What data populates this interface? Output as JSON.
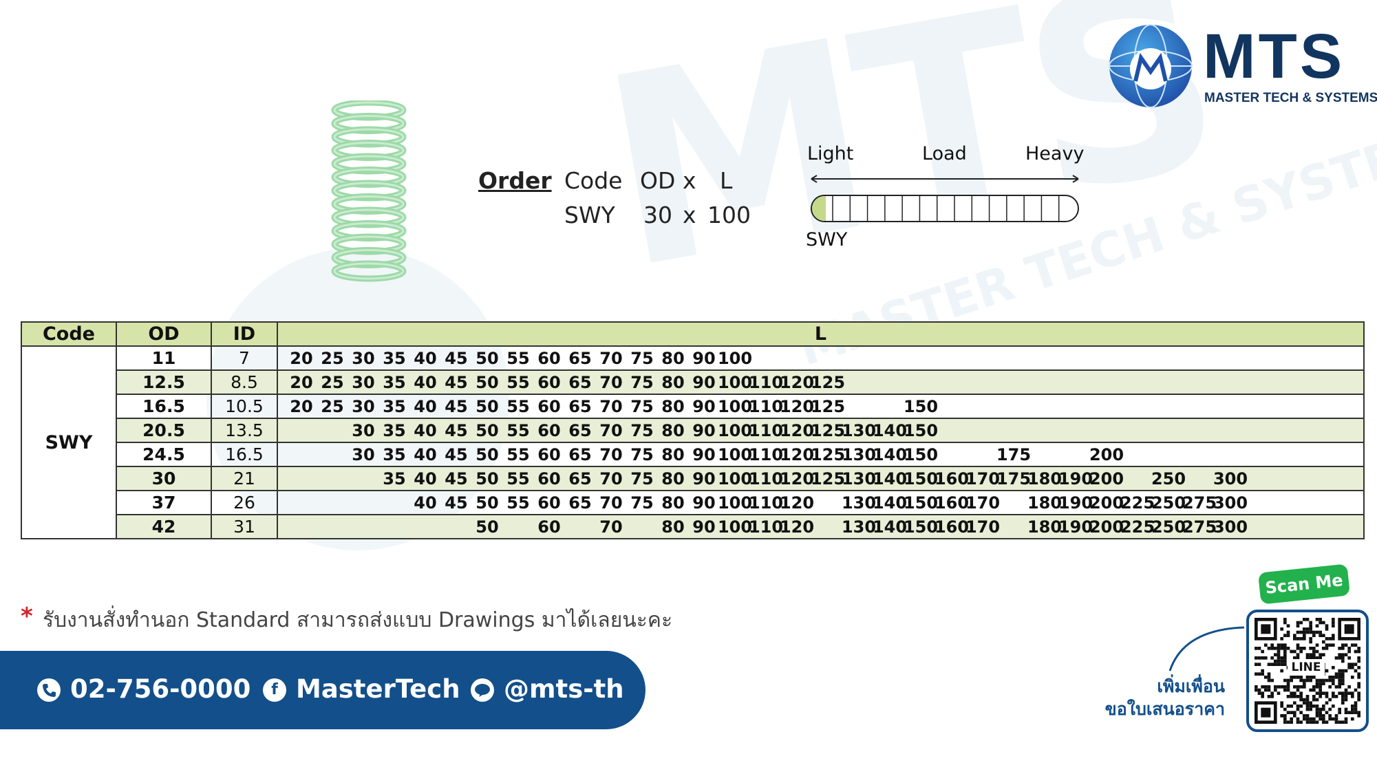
{
  "brand": {
    "name": "MTS",
    "tagline": "MASTER TECH & SYSTEMS",
    "primary_color": "#12355f",
    "accent_color": "#134f8a",
    "watermark": "MTS",
    "watermark_sub": "MASTER TECH & SYSTEMS"
  },
  "order": {
    "label": "Order",
    "header": {
      "code": "Code",
      "od": "OD",
      "x": "x",
      "l": "L"
    },
    "example": {
      "code": "SWY",
      "od": "30",
      "x": "x",
      "l": "100"
    }
  },
  "load_scale": {
    "light": "Light",
    "load": "Load",
    "heavy": "Heavy",
    "segments": 14,
    "selected_segments": 1,
    "selected_label": "SWY",
    "selected_color": "#c5d98a"
  },
  "table": {
    "headers": {
      "code": "Code",
      "od": "OD",
      "id": "ID",
      "l": "L"
    },
    "code": "SWY",
    "header_color": "#d6e4aa",
    "stripe_color": "#e8efd6",
    "rows": [
      {
        "od": "11",
        "id": "7",
        "l": [
          "20",
          "25",
          "30",
          "35",
          "40",
          "45",
          "50",
          "55",
          "60",
          "65",
          "70",
          "75",
          "80",
          "90",
          "100"
        ]
      },
      {
        "od": "12.5",
        "id": "8.5",
        "l": [
          "20",
          "25",
          "30",
          "35",
          "40",
          "45",
          "50",
          "55",
          "60",
          "65",
          "70",
          "75",
          "80",
          "90",
          "100",
          "110",
          "120",
          "125"
        ]
      },
      {
        "od": "16.5",
        "id": "10.5",
        "l": [
          "20",
          "25",
          "30",
          "35",
          "40",
          "45",
          "50",
          "55",
          "60",
          "65",
          "70",
          "75",
          "80",
          "90",
          "100",
          "110",
          "120",
          "125",
          "150"
        ]
      },
      {
        "od": "20.5",
        "id": "13.5",
        "l": [
          "30",
          "35",
          "40",
          "45",
          "50",
          "55",
          "60",
          "65",
          "70",
          "75",
          "80",
          "90",
          "100",
          "110",
          "120",
          "125",
          "130",
          "140",
          "150"
        ]
      },
      {
        "od": "24.5",
        "id": "16.5",
        "l": [
          "30",
          "35",
          "40",
          "45",
          "50",
          "55",
          "60",
          "65",
          "70",
          "75",
          "80",
          "90",
          "100",
          "110",
          "120",
          "125",
          "130",
          "140",
          "150",
          "175",
          "200"
        ]
      },
      {
        "od": "30",
        "id": "21",
        "l": [
          "35",
          "40",
          "45",
          "50",
          "55",
          "60",
          "65",
          "70",
          "75",
          "80",
          "90",
          "100",
          "110",
          "120",
          "125",
          "130",
          "140",
          "150",
          "160",
          "170",
          "175",
          "180",
          "190",
          "200",
          "250",
          "300"
        ]
      },
      {
        "od": "37",
        "id": "26",
        "l": [
          "40",
          "45",
          "50",
          "55",
          "60",
          "65",
          "70",
          "75",
          "80",
          "90",
          "100",
          "110",
          "120",
          "130",
          "140",
          "150",
          "160",
          "170",
          "180",
          "190",
          "200",
          "225",
          "250",
          "275",
          "300"
        ]
      },
      {
        "od": "42",
        "id": "31",
        "l": [
          "50",
          "60",
          "70",
          "80",
          "90",
          "100",
          "110",
          "120",
          "130",
          "140",
          "150",
          "160",
          "170",
          "180",
          "190",
          "200",
          "225",
          "250",
          "275",
          "300"
        ]
      }
    ]
  },
  "note": {
    "star": "*",
    "text": "รับงานสั่งทำนอก Standard สามารถส่งแบบ Drawings มาได้เลยนะคะ"
  },
  "contact": {
    "phone_icon": "phone-icon",
    "phone": "02-756-0000",
    "facebook_icon": "facebook-icon",
    "facebook_glyph": "f",
    "facebook": "MasterTech",
    "line_icon": "line-icon",
    "line": "@mts-th"
  },
  "qr": {
    "scan_label": "Scan Me",
    "center_label": "LINE",
    "caption_line1": "เพิ่มเพื่อน",
    "caption_line2": "ขอใบเสนอราคา"
  }
}
